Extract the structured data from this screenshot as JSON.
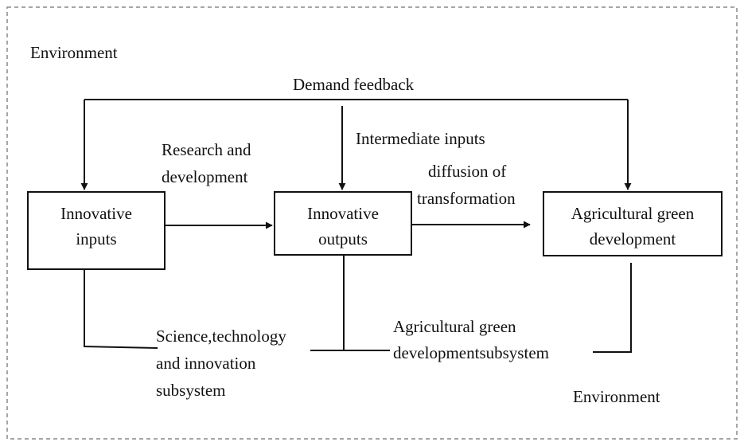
{
  "labels": {
    "env_top": "Environment",
    "env_bottom": "Environment",
    "demand_feedback": "Demand feedback",
    "research_line1": "Research and",
    "research_line2": "development",
    "intermediate_inputs": "Intermediate inputs",
    "diffusion_line1": "diffusion of",
    "diffusion_line2": "transformation",
    "science_line1": "Science,technology",
    "science_line2": "and innovation",
    "science_line3": "subsystem",
    "agri_sub_line1": "Agricultural green",
    "agri_sub_line2": "developmentsubsystem"
  },
  "boxes": {
    "inputs_line1": "Innovative",
    "inputs_line2": "inputs",
    "outputs_line1": "Innovative",
    "outputs_line2": "outputs",
    "agd_line1": "Agricultural green",
    "agd_line2": "development"
  },
  "colors": {
    "line": "#111111",
    "frame": "#888888"
  }
}
